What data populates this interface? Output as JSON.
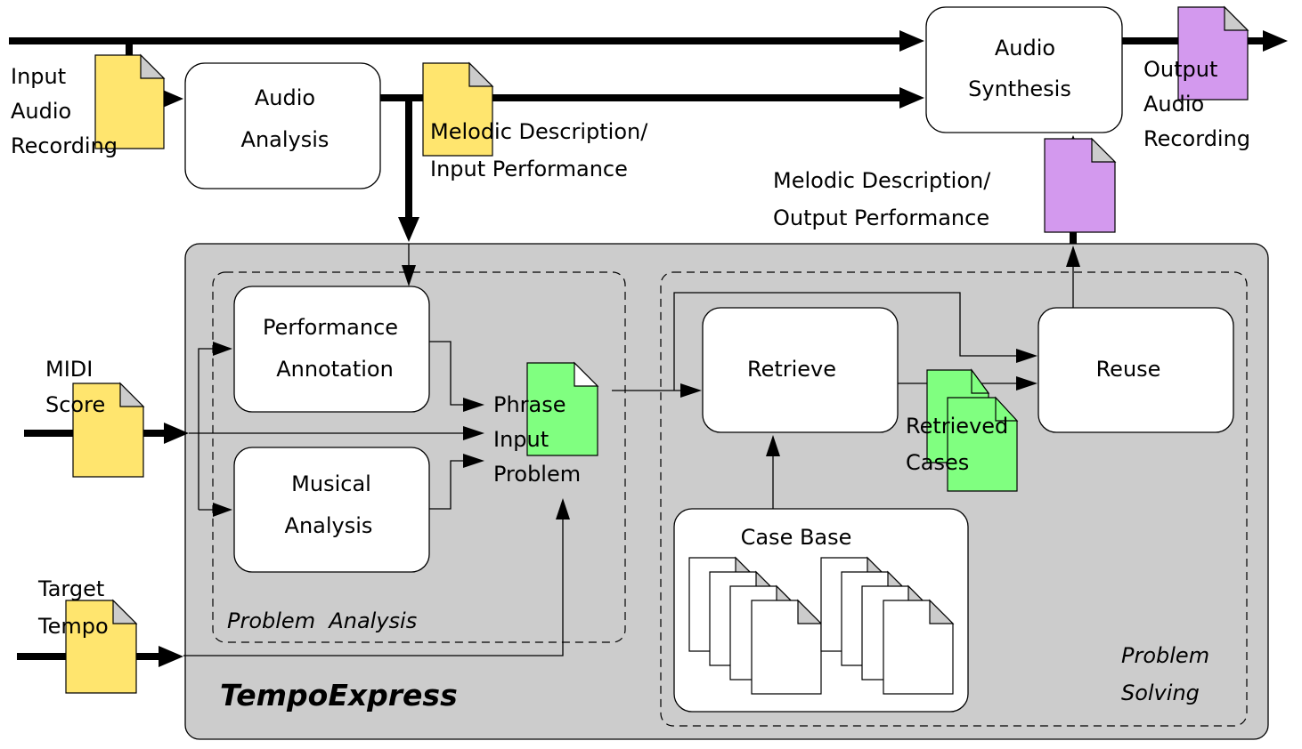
{
  "diagram": {
    "title": "TempoExpress",
    "colors": {
      "panel": "#cccccc",
      "input_doc": "#ffe56e",
      "output_doc": "#d399ee",
      "problem_doc": "#80ff80",
      "case_doc": "#ffffff"
    },
    "inputs": {
      "audio": [
        "Input",
        "Audio",
        "Recording"
      ],
      "midi": [
        "MIDI",
        "Score"
      ],
      "tempo": [
        "Target",
        "Tempo"
      ]
    },
    "outputs": {
      "audio": [
        "Output",
        "Audio",
        "Recording"
      ]
    },
    "nodes": {
      "audio_analysis": [
        "Audio",
        "Analysis"
      ],
      "audio_synthesis": [
        "Audio",
        "Synthesis"
      ],
      "performance_annotation": [
        "Performance",
        "Annotation"
      ],
      "musical_analysis": [
        "Musical",
        "Analysis"
      ],
      "retrieve": "Retrieve",
      "reuse": "Reuse",
      "case_base": "Case Base"
    },
    "artifacts": {
      "melodic_input": [
        "Melodic Description/",
        "Input Performance"
      ],
      "melodic_output": [
        "Melodic Description/",
        "Output Performance"
      ],
      "phrase_input_problem": [
        "Phrase",
        "Input",
        "Problem"
      ],
      "retrieved_cases": [
        "Retrieved",
        "Cases"
      ]
    },
    "groups": {
      "problem_analysis": "Problem  Analysis",
      "problem_solving": [
        "Problem",
        "Solving"
      ]
    }
  }
}
